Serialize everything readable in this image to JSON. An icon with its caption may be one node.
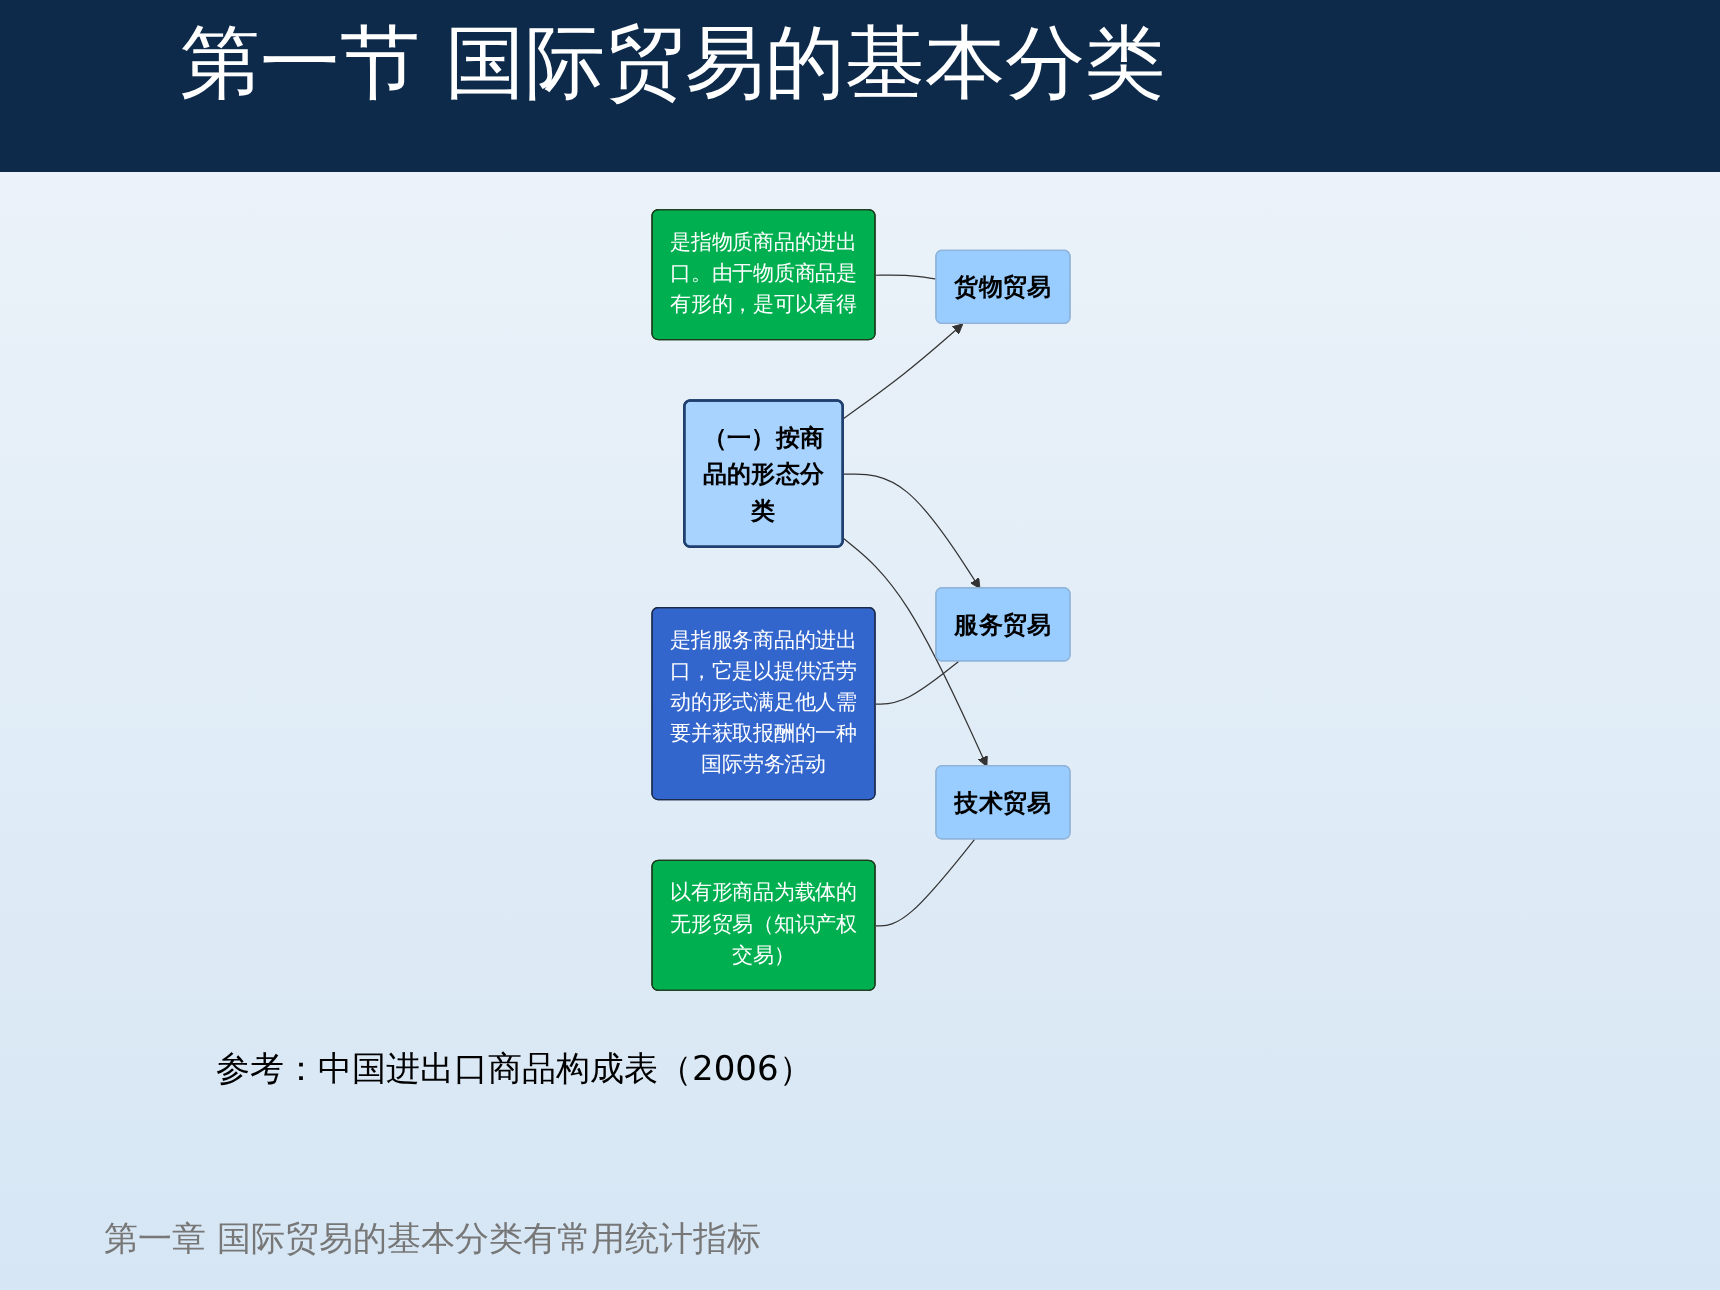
{
  "diagram": {
    "title": "第一节  国际贸易的基本分类",
    "nodes": [
      {
        "text": [
          "（一）按商品的形态分类"
        ]
      },
      {
        "text": [
          "货物贸易"
        ]
      },
      {
        "text": [
          "服务贸易"
        ]
      },
      {
        "text": [
          "技术贸易"
        ]
      },
      {
        "text": [
          "是指物质商品的进出口。由于物质商品是有形的，是可以看得"
        ]
      },
      {
        "text": [
          "是指服务商品的进出口，它是以提供活劳动的形式满足他人需要并获取报酬的一种国际劳务活动"
        ]
      },
      {
        "text": [
          "以有形商品为载体的无形贸易（知识产权交易）"
        ]
      }
    ],
    "edges": [
      {
        "from": 0,
        "to": 1,
        "arrow": "to"
      },
      {
        "from": 0,
        "to": 2,
        "arrow": "to"
      },
      {
        "from": 0,
        "to": 3,
        "arrow": "to"
      },
      {
        "from": 4,
        "to": 1,
        "arrow": "none"
      },
      {
        "from": 5,
        "to": 2,
        "arrow": "none"
      },
      {
        "from": 6,
        "to": 3,
        "arrow": "none"
      }
    ],
    "labels": [
      "参考：中国进出口商品构成表（2006）",
      "第一章  国际贸易的基本分类有常用统计指标"
    ]
  }
}
